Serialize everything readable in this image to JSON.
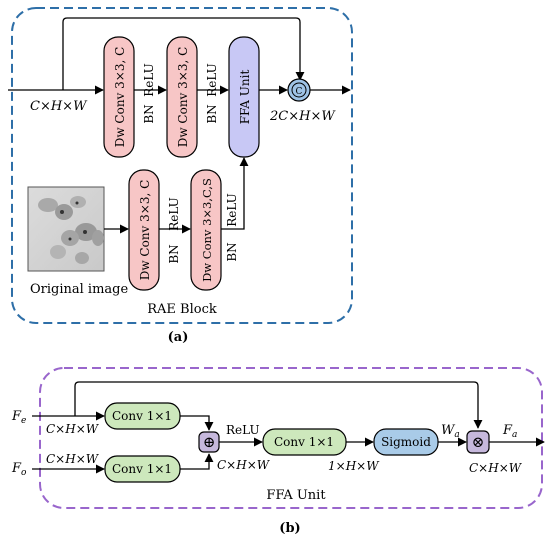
{
  "panel_a": {
    "caption": "(a)",
    "block_title": "RAE Block",
    "image_label": "Original image",
    "input_label": "C×H×W",
    "output_label": "2C×H×W",
    "concat_symbol": "C",
    "top_conv1": "Dw Conv 3×3, C",
    "top_conv2": "Dw Conv 3×3, C",
    "ffa_unit": "FFA Unit",
    "bottom_conv1": "Dw Conv 3×3, C",
    "bottom_conv2": "Dw Conv 3×3,C,S",
    "relu": "ReLU",
    "bn": "BN"
  },
  "panel_b": {
    "caption": "(b)",
    "block_title": "FFA Unit",
    "fe": "F",
    "fe_sub": "e",
    "fo": "F",
    "fo_sub": "o",
    "fa": "F",
    "fa_sub": "a",
    "wa": "W",
    "wa_sub": "a",
    "dim_chw": "C×H×W",
    "dim_1hw": "1×H×W",
    "conv_a": "Conv 1×1",
    "conv_b": "Conv 1×1",
    "conv_c": "Conv 1×1",
    "sigmoid": "Sigmoid",
    "relu": "ReLU",
    "add_symbol": "⊕",
    "mult_symbol": "⊗"
  },
  "colors": {
    "block_border_a": "#2e6fa8",
    "block_border_b": "#9966cc",
    "conv_pink": "#f7c6c6",
    "ffa_purple": "#c8c8f5",
    "conv_green": "#cde8bc",
    "sigmoid_blue": "#a9cbe8",
    "concat_blue": "#9fc3e6",
    "op_purple": "#c6b8dc"
  }
}
